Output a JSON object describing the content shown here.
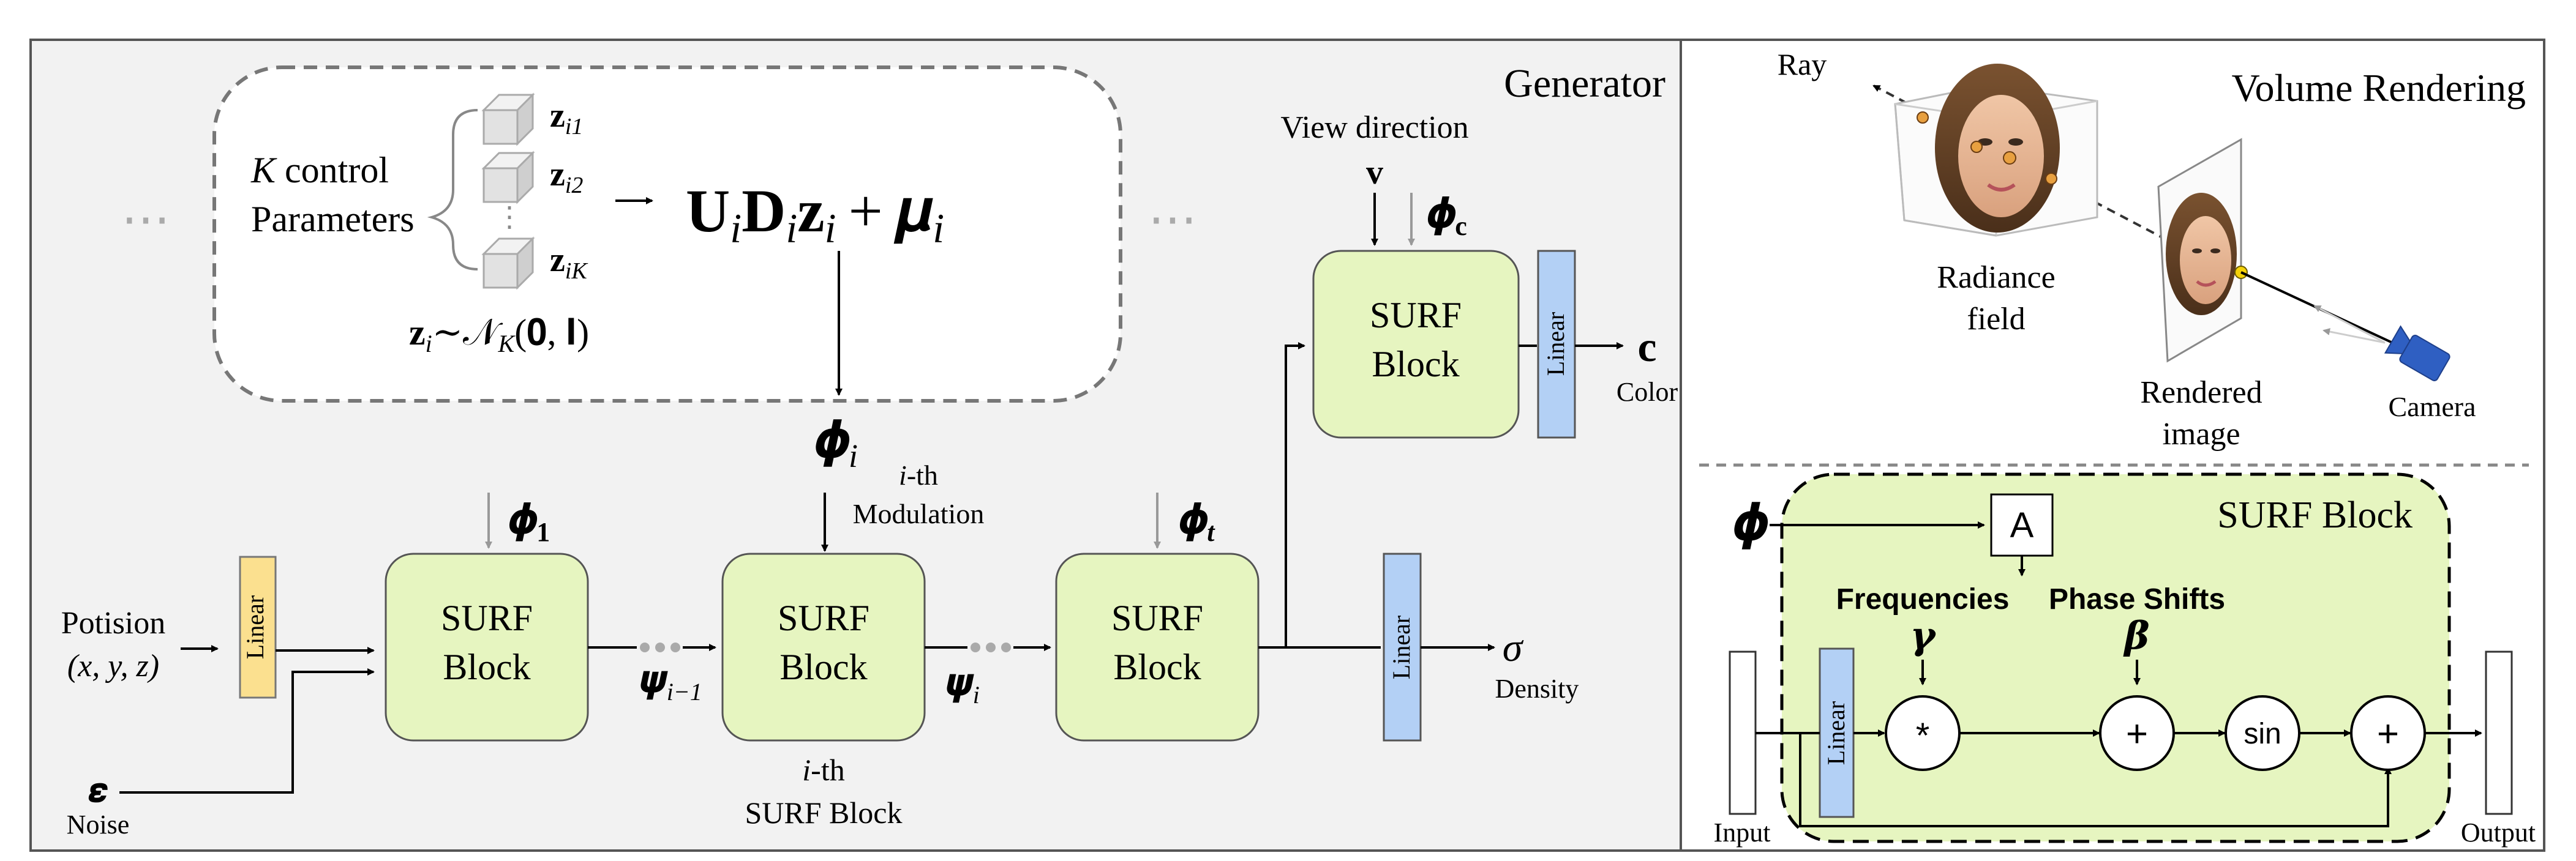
{
  "generator": {
    "title": "Generator",
    "k_control": {
      "k": "K",
      "control": "control",
      "parameters": "Parameters"
    },
    "z_labels": {
      "z1_sub": "i1",
      "z2_sub": "i2",
      "zK_sub": "iK",
      "dots": "⋮"
    },
    "prior": {
      "z": "z",
      "sub": "i",
      "tilde": "∼",
      "N": "𝒩",
      "Nsub": "K",
      "args": "(𝟎, 𝐈)"
    },
    "formula": {
      "U": "U",
      "D": "D",
      "z": "z",
      "i": "i",
      "plus": "+",
      "mu": "𝝁"
    },
    "ellipsis": "⋯",
    "phi_i": {
      "sym": "𝝓",
      "sub": "i",
      "desc1": "-th",
      "desc2": "Modulation",
      "desc_i": "i"
    },
    "position_input": {
      "line1": "Potision",
      "line2": "(x, y, z)"
    },
    "noise": {
      "sym": "𝜺",
      "label": "Noise"
    },
    "linear": "Linear",
    "block_line1": "SURF",
    "block_line2": "Block",
    "phi_1": {
      "sym": "𝝓",
      "sub": "1"
    },
    "phi_t": {
      "sym": "𝝓",
      "sub": "t"
    },
    "phi_c": {
      "sym": "𝝓",
      "sub": "c"
    },
    "psi_prev": {
      "sym": "𝝍",
      "sub": "i−1"
    },
    "psi_i": {
      "sym": "𝝍",
      "sub": "i"
    },
    "ith_block": {
      "i": "i",
      "line1": "-th",
      "line2": "SURF Block"
    },
    "view_direction": {
      "label": "View direction",
      "sym": "v"
    },
    "color": {
      "sym": "c",
      "label": "Color"
    },
    "density": {
      "sym": "σ",
      "label": "Density"
    }
  },
  "volume_rendering": {
    "title": "Volume Rendering",
    "ray": "Ray",
    "radiance_field": {
      "line1": "Radiance",
      "line2": "field"
    },
    "rendered_image": {
      "line1": "Rendered",
      "line2": "image"
    },
    "camera": "Camera"
  },
  "surf_block_detail": {
    "title": "SURF Block",
    "phi": "𝝓",
    "affine": "A",
    "frequencies": "Frequencies",
    "gamma": "𝜸",
    "phase_shifts": "Phase Shifts",
    "beta": "𝜷",
    "mult": "*",
    "plus": "+",
    "sin": "sin",
    "input": "Input",
    "output": "Output",
    "linear": "Linear"
  },
  "colors": {
    "block_fill": "#e6f5c0",
    "linear_blue": "#b3d0f5",
    "linear_yellow": "#fbe08f",
    "panel_gray": "#f2f2f2",
    "border_dark": "#555555"
  }
}
